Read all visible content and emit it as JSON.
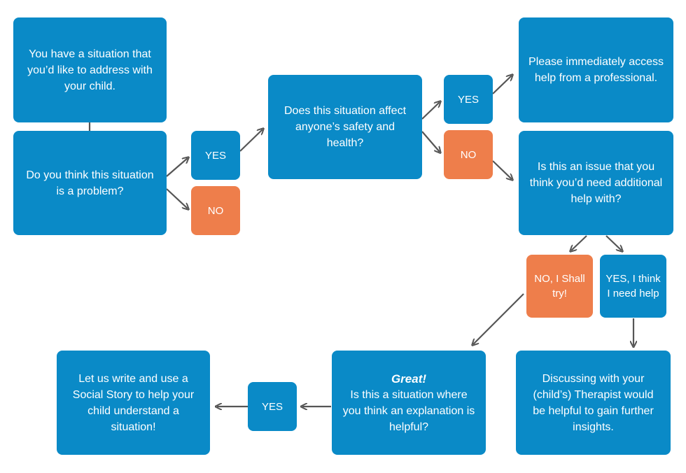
{
  "colors": {
    "blue": "#0a8ac7",
    "orange": "#ee7e4b",
    "arrow": "#555555"
  },
  "nodes": {
    "start": "You have a situation that you’d like to address with your child.",
    "problem_q": "Do you think this situation is a problem?",
    "yes1": "YES",
    "no1": "NO",
    "safety_q": "Does this situation affect anyone’s safety and health?",
    "yes2": "YES",
    "no2": "NO",
    "professional": "Please immediately access help from a professional.",
    "help_q": "Is this an issue that you think you’d need additional help with?",
    "no_try": "NO, I Shall try!",
    "yes_help": "YES, I think I need help",
    "therapist": "Discussing with your (child’s) Therapist would be helpful to gain further insights.",
    "great_title": "Great!",
    "explanation_q": "Is this a situation where you think an explanation is helpful?",
    "yes3": "YES",
    "social_story": "Let us write and use a Social Story to help your child understand a situation!"
  }
}
